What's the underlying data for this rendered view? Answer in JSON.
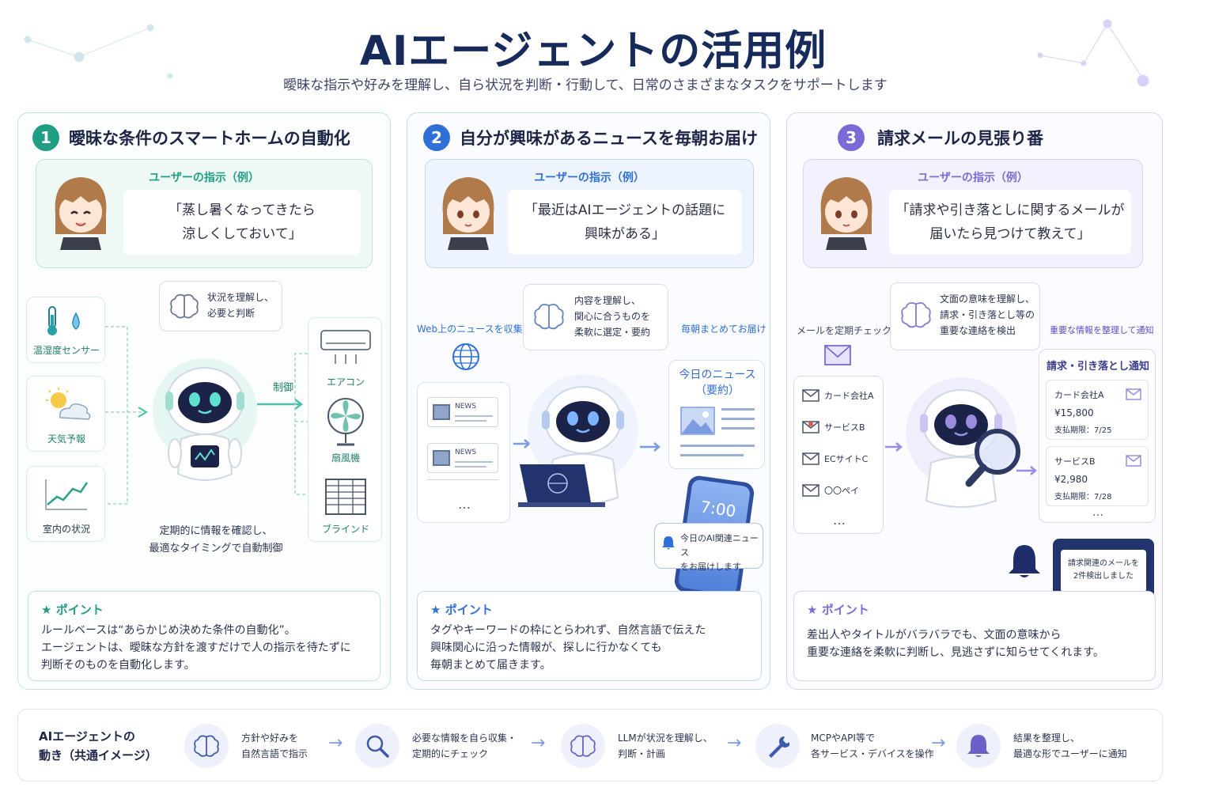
{
  "header": {
    "title": "AIエージェントの活用例",
    "subtitle": "曖昧な指示や好みを理解し、自ら状況を判断・行動して、日常のさまざまなタスクをサポートします"
  },
  "colors": {
    "teal": "#1f9e83",
    "blue": "#2f6fd6",
    "purple": "#7c6ad6",
    "navy": "#172a5c"
  },
  "panel1": {
    "number": "1",
    "title": "曖昧な条件のスマートホームの自動化",
    "user_label": "ユーザーの指示（例）",
    "quote_line1": "「蒸し暑くなってきたら",
    "quote_line2": "涼しくしておいて」",
    "sensors": [
      {
        "label": "温湿度センサー",
        "icon": "thermometer-icon"
      },
      {
        "label": "天気予報",
        "icon": "weather-icon"
      },
      {
        "label": "室内の状況",
        "icon": "chart-icon"
      }
    ],
    "bubble_line1": "状況を理解し、",
    "bubble_line2": "必要と判断",
    "control_label": "制御",
    "devices": [
      {
        "label": "エアコン",
        "icon": "aircon-icon"
      },
      {
        "label": "扇風機",
        "icon": "fan-icon"
      },
      {
        "label": "ブラインド",
        "icon": "blind-icon"
      }
    ],
    "caption_line1": "定期的に情報を確認し、",
    "caption_line2": "最適なタイミングで自動制御",
    "point_label": "ポイント",
    "point_line1": "ルールベースは“あらかじめ決めた条件の自動化”。",
    "point_line2": "エージェントは、曖昧な方針を渡すだけで人の指示を待たずに",
    "point_line3": "判断そのものを自動化します。"
  },
  "panel2": {
    "number": "2",
    "title": "自分が興味があるニュースを毎朝お届け",
    "user_label": "ユーザーの指示（例）",
    "quote_line1": "「最近はAIエージェントの話題に",
    "quote_line2": "興味がある」",
    "collect_label": "Web上のニュースを収集",
    "news_tag": "NEWS",
    "ellipsis": "…",
    "bubble_line1": "内容を理解し、",
    "bubble_line2": "関心に合うものを",
    "bubble_line3": "柔軟に選定・要約",
    "deliver_label": "毎朝まとめてお届け",
    "today_line1": "今日のニュース",
    "today_line2": "（要約）",
    "phone_time": "7:00",
    "notif_line1": "今日のAI関連ニュース",
    "notif_line2": "をお届けします",
    "point_label": "ポイント",
    "point_line1": "タグやキーワードの枠にとらわれず、自然言語で伝えた",
    "point_line2": "興味関心に沿った情報が、探しに行かなくても",
    "point_line3": "毎朝まとめて届きます。"
  },
  "panel3": {
    "number": "3",
    "title": "請求メールの見張り番",
    "user_label": "ユーザーの指示（例）",
    "quote_line1": "「請求や引き落としに関するメールが",
    "quote_line2": "届いたら見つけて教えて」",
    "check_label": "メールを定期チェック",
    "mails": [
      "カード会社A",
      "サービスB",
      "ECサイトC",
      "〇〇ペイ"
    ],
    "ellipsis": "…",
    "bubble_line1": "文面の意味を理解し、",
    "bubble_line2": "請求・引き落とし等の",
    "bubble_line3": "重要な連絡を検出",
    "organize_label": "重要な情報を整理して通知",
    "notify_title": "請求・引き落とし通知",
    "bills": [
      {
        "name": "カード会社A",
        "amount": "¥15,800",
        "due": "支払期限：7/25"
      },
      {
        "name": "サービスB",
        "amount": "¥2,980",
        "due": "支払期限：7/28"
      }
    ],
    "detect_line1": "請求関連のメールを",
    "detect_line2": "2件検出しました",
    "point_label": "ポイント",
    "point_line1": "差出人やタイトルがバラバラでも、文面の意味から",
    "point_line2": "重要な連絡を柔軟に判断し、見逃さずに知らせてくれます。"
  },
  "flow": {
    "title_line1": "AIエージェントの",
    "title_line2": "動き（共通イメージ）",
    "steps": [
      {
        "icon": "brain-icon",
        "line1": "方針や好みを",
        "line2": "自然言語で指示"
      },
      {
        "icon": "search-icon",
        "line1": "必要な情報を自ら収集・",
        "line2": "定期的にチェック"
      },
      {
        "icon": "brain-icon",
        "line1": "LLMが状況を理解し、",
        "line2": "判断・計画"
      },
      {
        "icon": "wrench-icon",
        "line1": "MCPやAPI等で",
        "line2": "各サービス・デバイスを操作"
      },
      {
        "icon": "bell-icon",
        "line1": "結果を整理し、",
        "line2": "最適な形でユーザーに通知"
      }
    ]
  }
}
